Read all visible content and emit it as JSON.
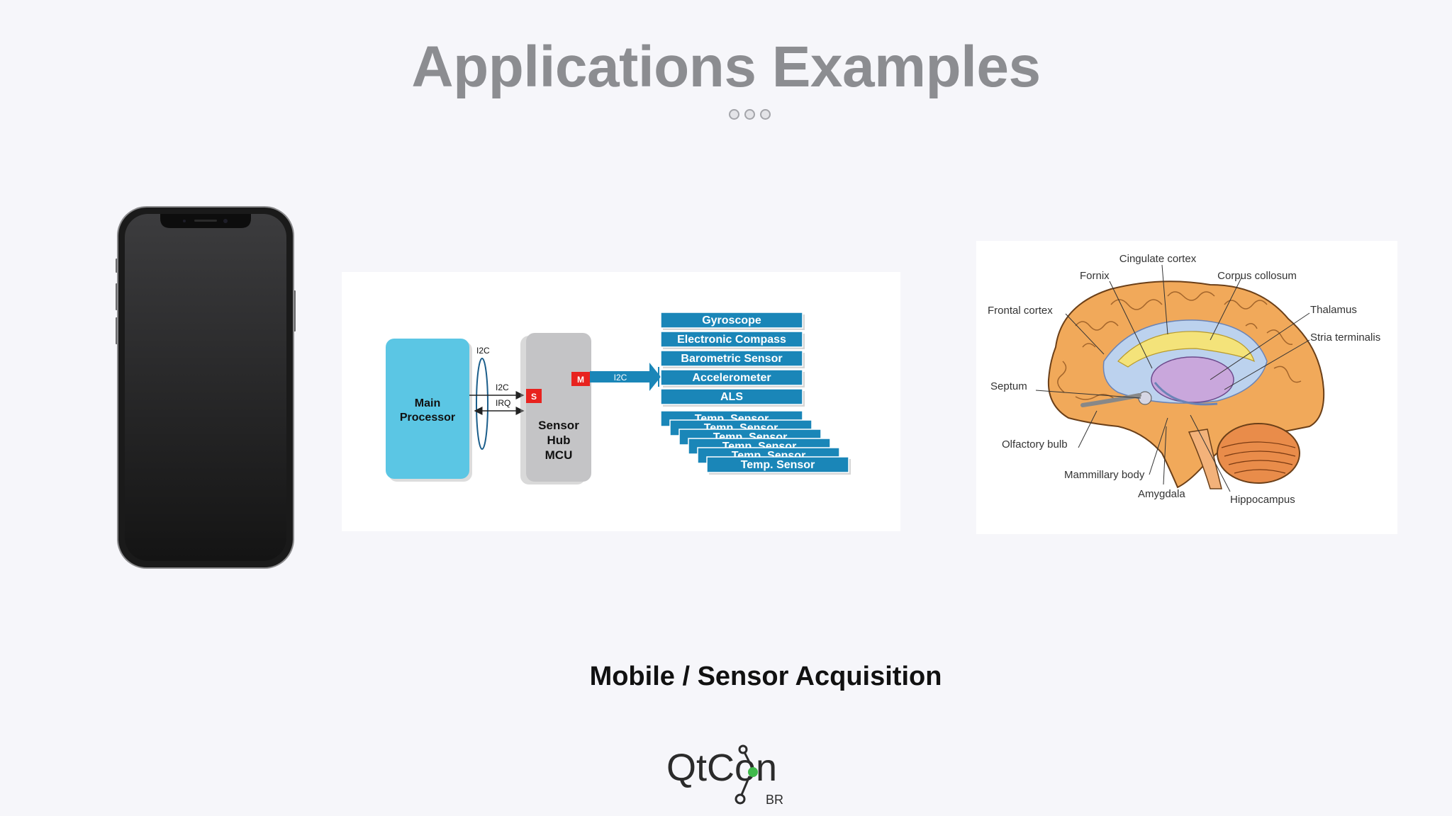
{
  "slide": {
    "title": "Applications Examples",
    "caption": "Mobile / Sensor Acquisition"
  },
  "sensor_diagram": {
    "main_processor": [
      "Main",
      "Processor"
    ],
    "bus_label_top": "I2C",
    "bus_label_i2c": "I2C",
    "bus_label_irq": "IRQ",
    "slave_marker": "S",
    "master_marker": "M",
    "arrow_label": "I2C",
    "hub": [
      "Sensor",
      "Hub",
      "MCU"
    ],
    "sensors": [
      "Gyroscope",
      "Electronic Compass",
      "Barometric Sensor",
      "Accelerometer",
      "ALS"
    ],
    "temp_sensors": [
      "Temp. Sensor",
      "Temp. Sensor",
      "Temp. Sensor",
      "Temp. Sensor",
      "Temp. Sensor",
      "Temp. Sensor"
    ]
  },
  "brain": {
    "cingulate_cortex": "Cingulate cortex",
    "fornix": "Fornix",
    "corpus_collosum": "Corpus collosum",
    "frontal_cortex": "Frontal cortex",
    "thalamus": "Thalamus",
    "stria_terminalis": "Stria terminalis",
    "septum": "Septum",
    "olfactory_bulb": "Olfactory bulb",
    "mammillary_body": "Mammillary body",
    "amygdala": "Amygdala",
    "hippocampus": "Hippocampus"
  },
  "logo": {
    "text": "QtCon",
    "sub": "BR"
  },
  "colors": {
    "title": "#8c8d91",
    "processor": "#5bc6e4",
    "hub": "#c4c4c6",
    "sensor_bar": "#1a86b8",
    "marker": "#e8231f",
    "logo_green": "#3fb94a"
  }
}
